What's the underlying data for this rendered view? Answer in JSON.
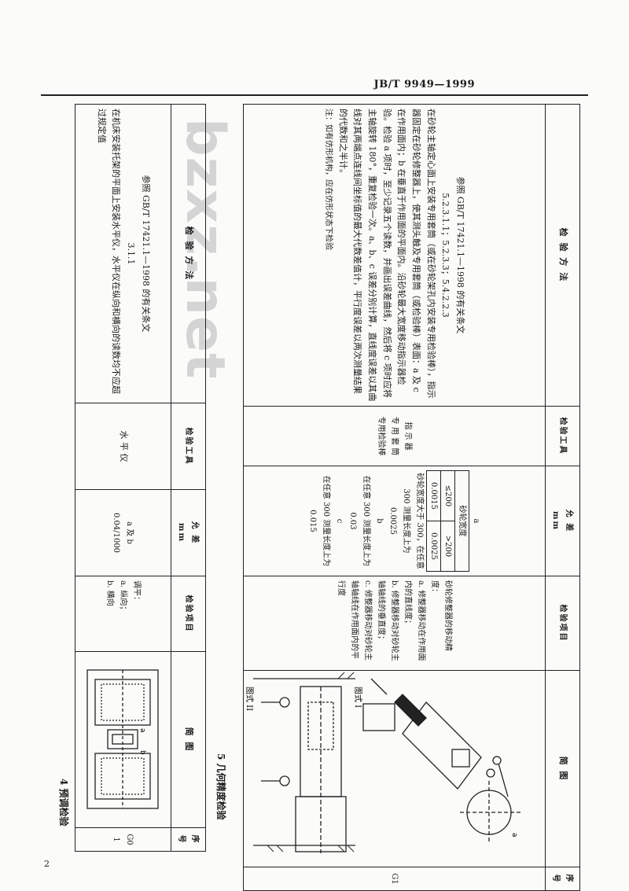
{
  "header": {
    "standard": "JB/T 9949—1999"
  },
  "page_number": "2",
  "watermark": "bzxz.net",
  "section4": {
    "title": "4  预调检验",
    "columns": [
      "序号",
      "简        图",
      "检验项目",
      "允   差\nmm",
      "检验工具",
      "检   验   方   法"
    ],
    "row": {
      "id": "G01",
      "item_lines": [
        "调平：",
        "a. 纵向；",
        "b. 横向"
      ],
      "tol_lines": [
        "a 及 b",
        "0.04/1000"
      ],
      "tool": "水 平 仪",
      "method_ref": "参照 GB/T 17421.1—1998 的有关条文",
      "method_clause": "3.1.1",
      "method_text": "在机床安装托架的平面上安装水平仪，水平仪在纵向和横向的读数均不应超过规定值"
    }
  },
  "section5": {
    "title": "5  几何精度检验",
    "columns": [
      "序号",
      "简        图",
      "检验项目",
      "允   差\nmm",
      "检验工具",
      "检   验   方   法"
    ],
    "row": {
      "id": "G1",
      "fig1_label": "图式 I",
      "fig2_label": "图式 II",
      "item_lines": [
        "砂轮修整器的移动精度：",
        "a. 修整器移动在作用面内的直线度；",
        "b. 修整器移动对砂轮主轴轴线的垂直度；",
        "c. 修整器移动对砂轮主轴轴线在作用面内的平行度"
      ],
      "tol": {
        "a_label": "a",
        "wheel_width": "砂轮宽度",
        "width_le": "≤200",
        "width_gt": ">200",
        "val_le": "0.0015",
        "val_gt": "0.0025",
        "note": "砂轮宽度大于 300，在任意 300 测量长度上为",
        "b_label": "b",
        "b_val": "0.0025",
        "b_text": "在任意 300 测量长度上为",
        "b_val2": "0.03",
        "c_label": "c",
        "c_text": "在任意 300 测量长度上为",
        "c_val": "0.015"
      },
      "tools": [
        "指 示 器",
        "专 用 套 筒",
        "专用检验棒"
      ],
      "method_ref": "参照 GB/T 17421.1—1998 的有关条文",
      "method_clause": "5.2.3.1.1；5.2.3.3；5.4.2.2.3",
      "method_text": "在砂轮主轴定心面上安装专用套筒（或在砂轮架孔内安装专用检验棒），指示器固定在砂轮修整器上，使其测头触及专用套筒（或检验棒）表面：a 及 c 在作用面内；b 在垂直于作用面的平面内。沿砂轮最大宽度移动指示器检验。检验 a 项时，至少记录五个读数，并画出误差曲线，然后将 c 项时应将主轴旋转 180°，重复检验一次。a、b、c 误差分别计算，直线度误差以其曲线对其两端点连线间坐标值的最大代数差值计，平行度误差以两次测量结果的代数和之半计。",
      "method_note": "注：如有仿形机构，应在仿形状态下检验"
    }
  }
}
